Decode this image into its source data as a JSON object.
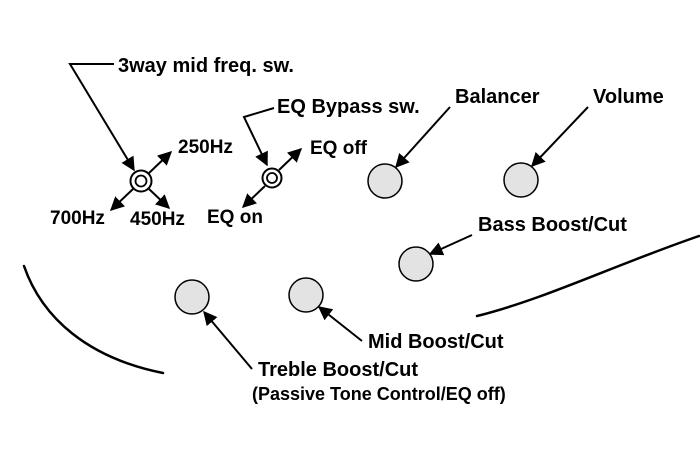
{
  "diagram": {
    "labels": {
      "mid_freq_sw": "3way mid freq. sw.",
      "hz250": "250Hz",
      "hz700": "700Hz",
      "hz450": "450Hz",
      "eq_bypass_sw": "EQ Bypass sw.",
      "eq_off": "EQ off",
      "eq_on": "EQ on",
      "balancer": "Balancer",
      "volume": "Volume",
      "bass": "Bass Boost/Cut",
      "mid": "Mid Boost/Cut",
      "treble": "Treble Boost/Cut",
      "treble_note": "(Passive Tone Control/EQ off)"
    },
    "colors": {
      "knob_fill": "#e3e3e3",
      "line": "#000000",
      "background": "#ffffff"
    }
  }
}
